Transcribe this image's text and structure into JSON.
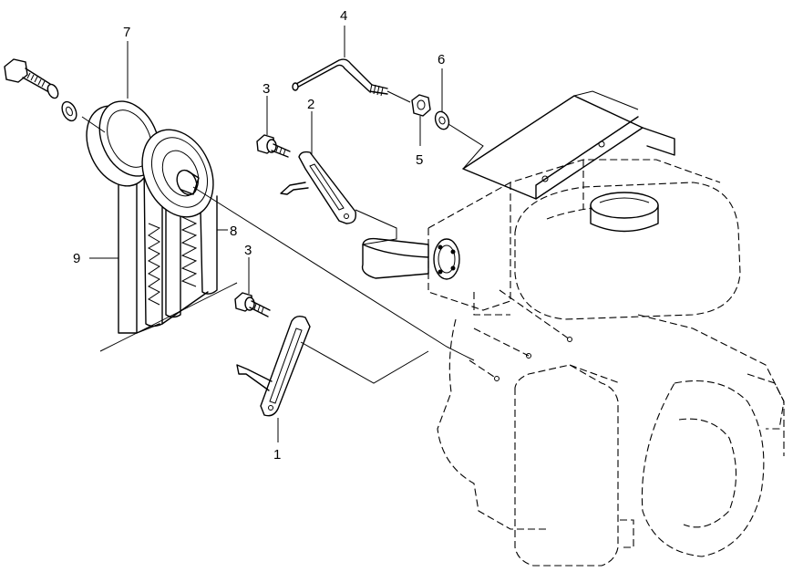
{
  "callouts": [
    {
      "id": "1",
      "label": "1"
    },
    {
      "id": "2",
      "label": "2"
    },
    {
      "id": "3a",
      "label": "3"
    },
    {
      "id": "3b",
      "label": "3"
    },
    {
      "id": "4",
      "label": "4"
    },
    {
      "id": "5",
      "label": "5"
    },
    {
      "id": "6",
      "label": "6"
    },
    {
      "id": "7",
      "label": "7"
    },
    {
      "id": "8",
      "label": "8"
    },
    {
      "id": "9",
      "label": "9"
    }
  ]
}
